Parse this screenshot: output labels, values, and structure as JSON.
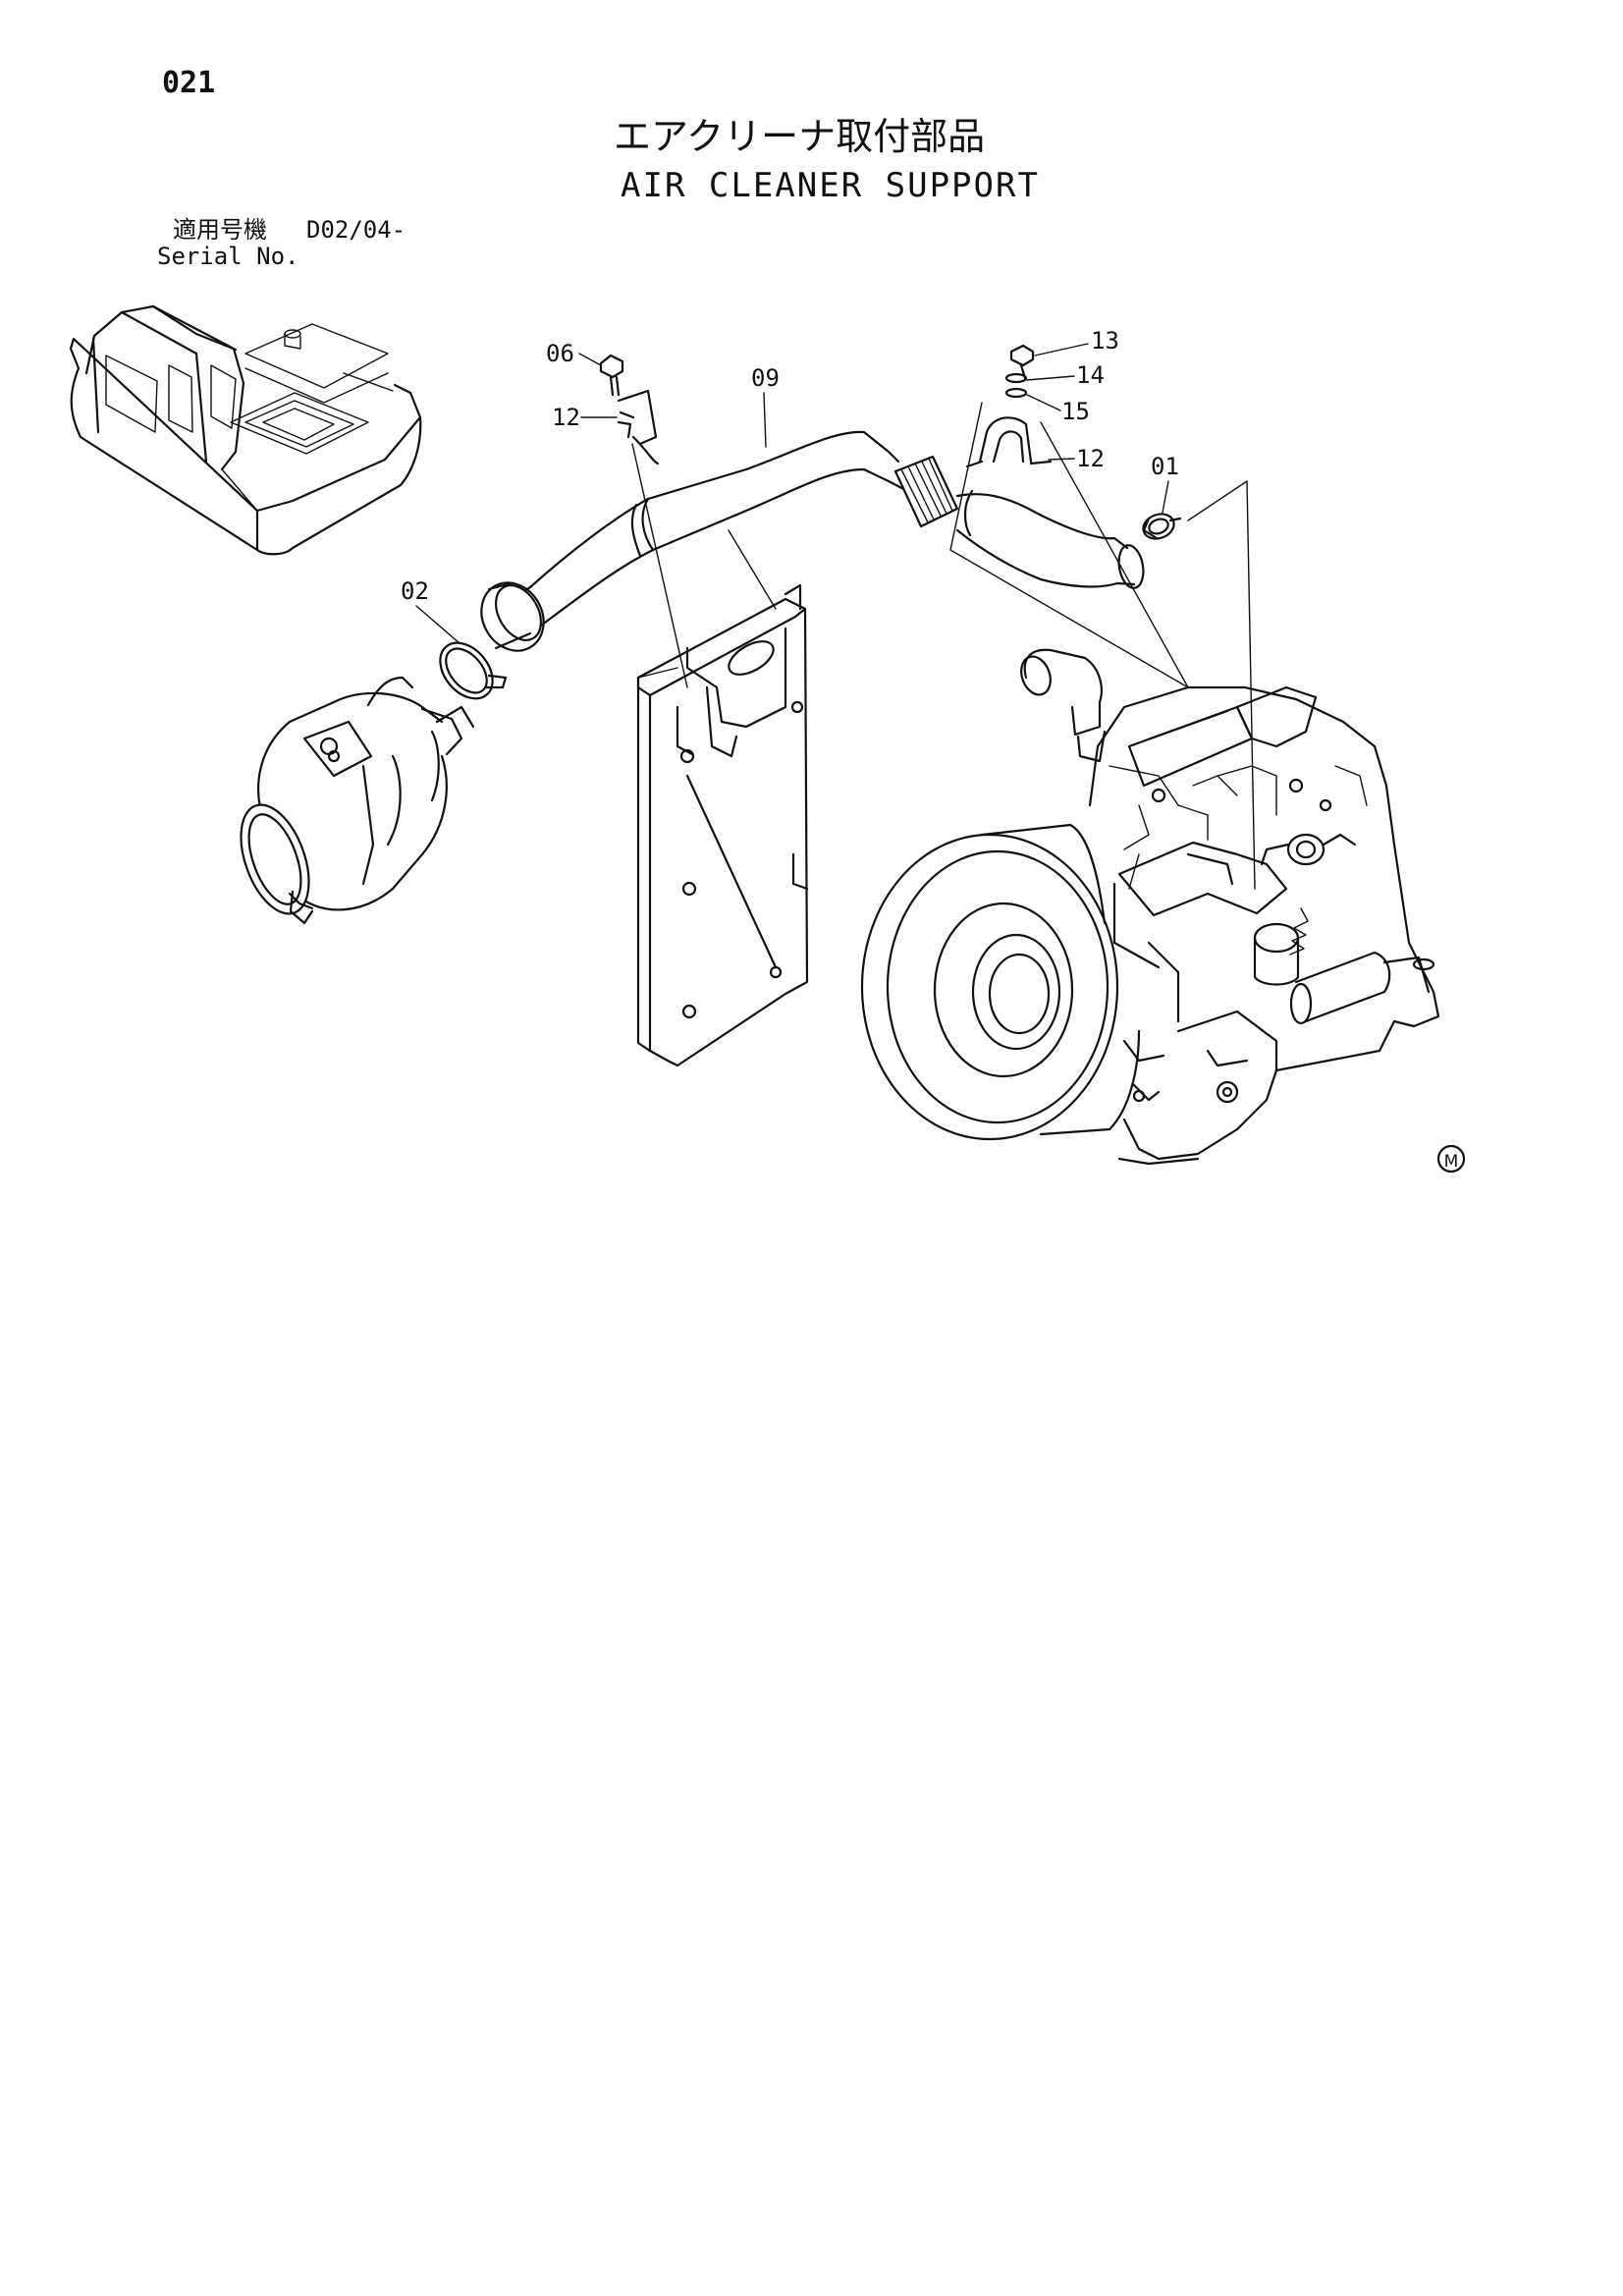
{
  "page": {
    "number": "021",
    "title_jp": "エアクリーナ取付部品",
    "title_en": "AIR CLEANER SUPPORT",
    "serial_label_jp": "適用号機",
    "serial_range": "D02/04-",
    "serial_label_en": "Serial No."
  },
  "diagram": {
    "callouts": {
      "c01": "01",
      "c02": "02",
      "c06": "06",
      "c09": "09",
      "c12a": "12",
      "c12b": "12",
      "c13": "13",
      "c14": "14",
      "c15": "15"
    },
    "mark": "M"
  }
}
